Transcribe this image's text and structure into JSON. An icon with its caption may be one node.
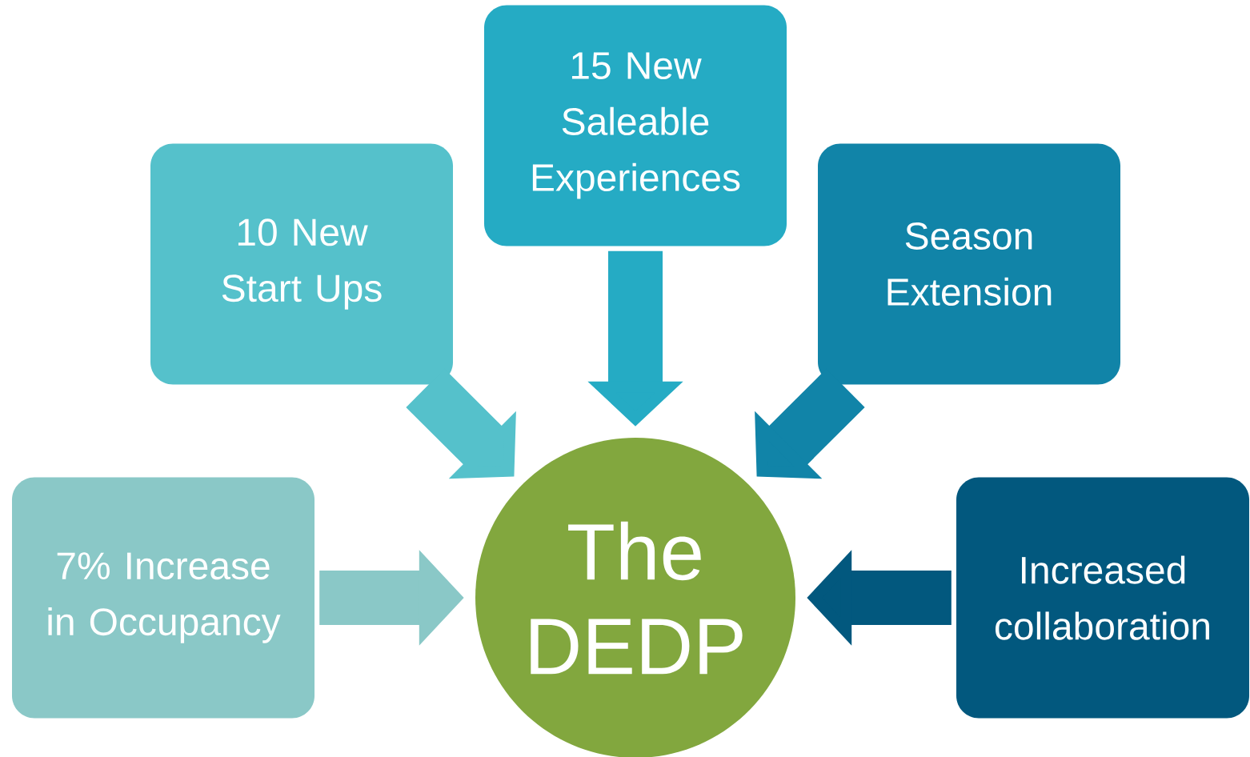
{
  "diagram": {
    "nodes": [
      {
        "text": [
          "10 New Start Ups"
        ]
      },
      {
        "text": [
          "15 New Saleable Experiences"
        ]
      },
      {
        "text": [
          "Season Extension"
        ]
      },
      {
        "text": [
          "7% Increase in Occupancy"
        ]
      },
      {
        "text": [
          "Increased collaboration"
        ]
      },
      {
        "text": [
          "The DEDP"
        ]
      }
    ],
    "edges": [
      {
        "from": 0,
        "to": 5,
        "arrow": "to",
        "color": "#55c1cb"
      },
      {
        "from": 1,
        "to": 5,
        "arrow": "to",
        "color": "#25abc4"
      },
      {
        "from": 2,
        "to": 5,
        "arrow": "to",
        "color": "#1184a8"
      },
      {
        "from": 3,
        "to": 5,
        "arrow": "to",
        "color": "#8ac8c7"
      },
      {
        "from": 4,
        "to": 5,
        "arrow": "to",
        "color": "#02587e"
      }
    ]
  }
}
